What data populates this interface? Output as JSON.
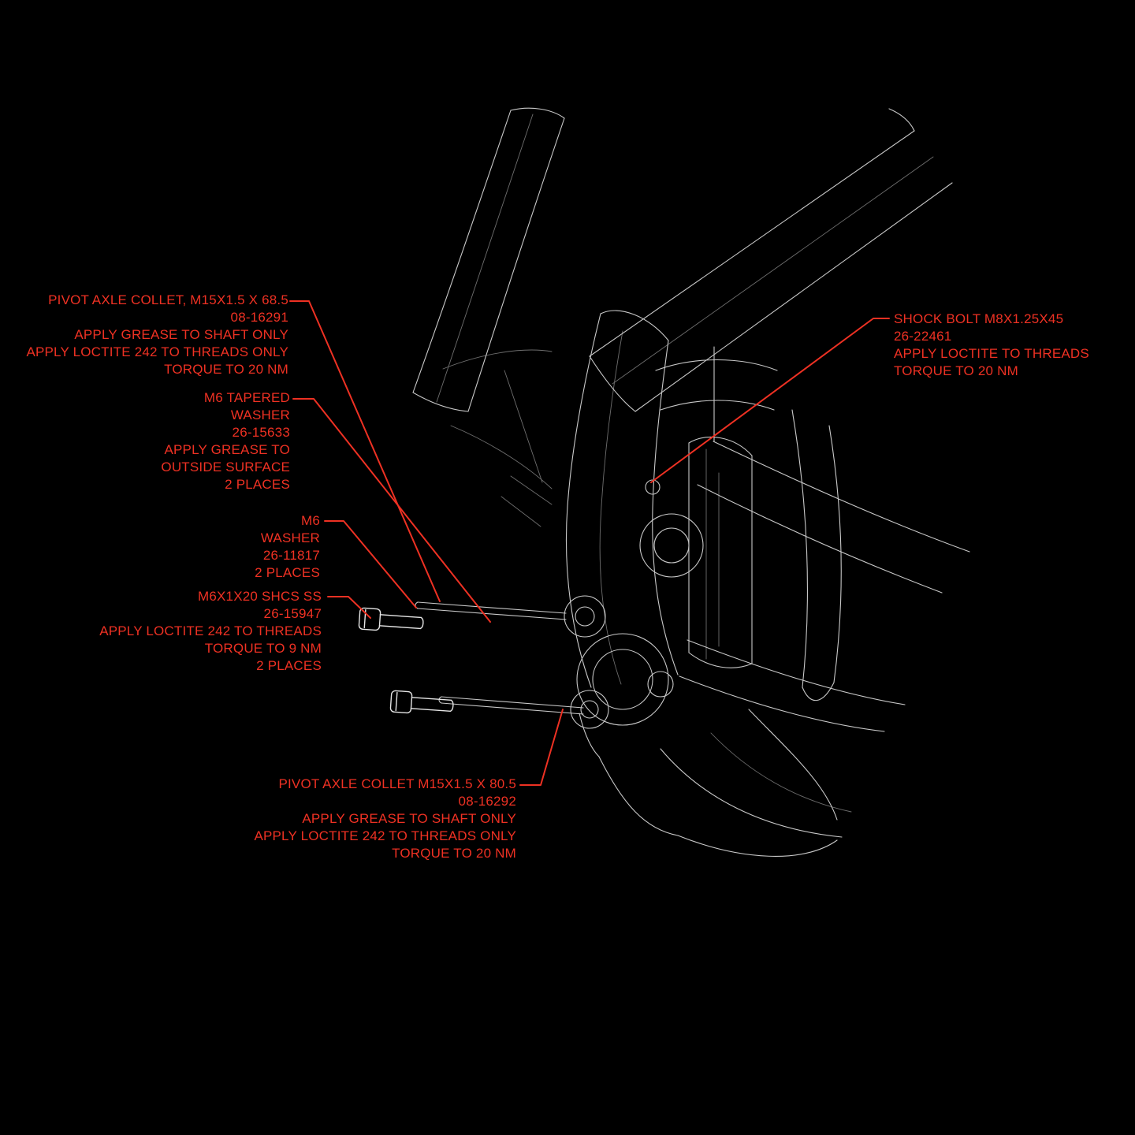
{
  "diagram": {
    "title": "Bike pivot axle and shock bolt service diagram",
    "colors": {
      "background": "#000000",
      "accent": "#ee3123",
      "frame_line": "#c9c9c9",
      "bolt_line": "#e6e6e6"
    },
    "callouts": [
      {
        "id": "pivot-axle-collet-upper",
        "lines": [
          "PIVOT AXLE COLLET, M15X1.5 X 68.5",
          "08-16291",
          "APPLY GREASE TO SHAFT ONLY",
          "APPLY LOCTITE 242 TO THREADS ONLY",
          "TORQUE TO 20 NM"
        ]
      },
      {
        "id": "m6-tapered-washer",
        "lines": [
          "M6 TAPERED",
          "WASHER",
          "26-15633",
          "APPLY GREASE TO",
          "OUTSIDE SURFACE",
          "2 PLACES"
        ]
      },
      {
        "id": "m6-washer",
        "lines": [
          "M6",
          "WASHER",
          "26-11817",
          "2 PLACES"
        ]
      },
      {
        "id": "m6-shcs-bolt",
        "lines": [
          "M6X1X20 SHCS SS",
          "26-15947",
          "APPLY LOCTITE 242 TO THREADS",
          "TORQUE TO 9 NM",
          "2 PLACES"
        ]
      },
      {
        "id": "shock-bolt",
        "lines": [
          "SHOCK BOLT M8X1.25X45",
          "26-22461",
          "APPLY LOCTITE TO THREADS",
          "TORQUE TO 20 NM"
        ]
      },
      {
        "id": "pivot-axle-collet-lower",
        "lines": [
          "PIVOT AXLE COLLET M15X1.5 X 80.5",
          "08-16292",
          "APPLY GREASE TO SHAFT ONLY",
          "APPLY LOCTITE 242 TO THREADS ONLY",
          "TORQUE TO 20 NM"
        ]
      }
    ]
  }
}
